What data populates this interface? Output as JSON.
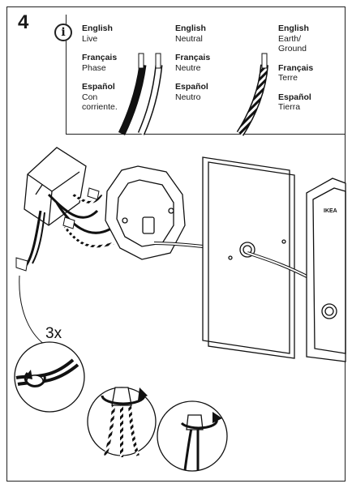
{
  "step_number": "4",
  "info_icon": "info-icon",
  "wires": [
    {
      "name": "live-wire-labels",
      "labels": [
        {
          "lang": "English",
          "term": "Live"
        },
        {
          "lang": "Français",
          "term": "Phase"
        },
        {
          "lang": "Español",
          "term": "Con corriente."
        }
      ]
    },
    {
      "name": "neutral-wire-labels",
      "labels": [
        {
          "lang": "English",
          "term": "Neutral"
        },
        {
          "lang": "Français",
          "term": "Neutre"
        },
        {
          "lang": "Español",
          "term": "Neutro"
        }
      ]
    },
    {
      "name": "earth-wire-labels",
      "labels": [
        {
          "lang": "English",
          "term": "Earth/ Ground"
        },
        {
          "lang": "Français",
          "term": "Terre"
        },
        {
          "lang": "Español",
          "term": "Tierra"
        }
      ]
    }
  ],
  "repeat_count": "3x",
  "fixture_logo": "IKEA"
}
